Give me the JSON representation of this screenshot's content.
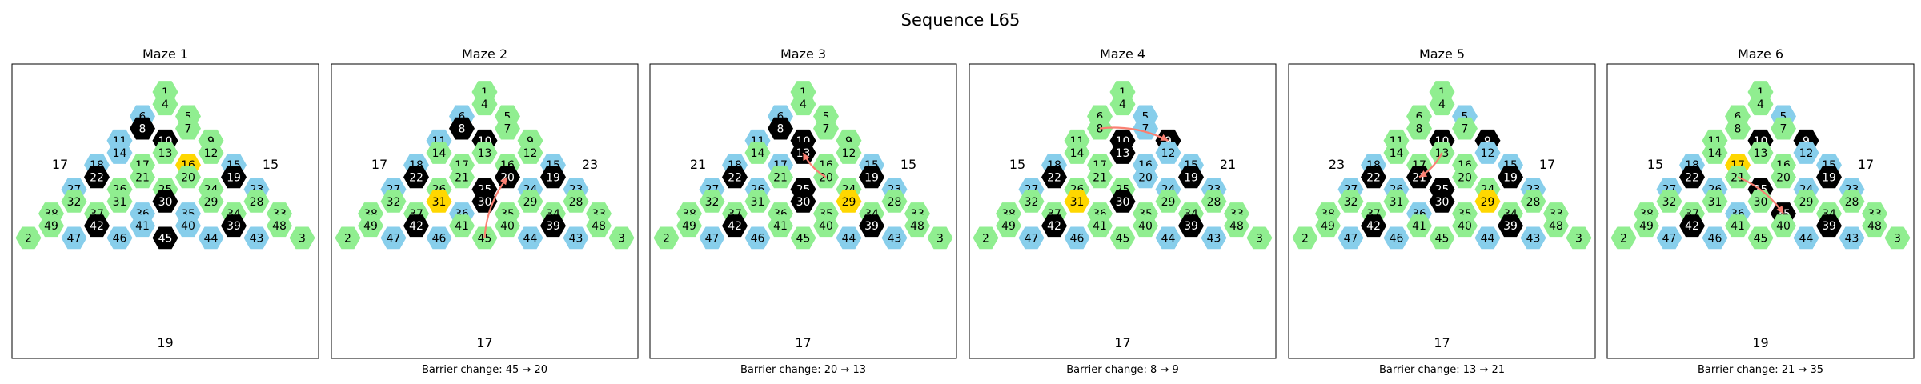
{
  "title": "Sequence L65",
  "colors": {
    "blue": "#87ceeb",
    "green": "#90ee90",
    "black": "#000000",
    "gold": "#ffd700",
    "arrow": "#fa8072"
  },
  "grid_rows": [
    [
      1
    ],
    [
      4
    ],
    [
      6,
      5
    ],
    [
      8,
      7
    ],
    [
      11,
      10,
      9
    ],
    [
      14,
      13,
      12
    ],
    [
      18,
      17,
      16,
      15
    ],
    [
      22,
      21,
      20,
      19
    ],
    [
      27,
      26,
      25,
      24,
      23
    ],
    [
      32,
      31,
      30,
      29,
      28
    ],
    [
      38,
      37,
      36,
      35,
      34,
      33
    ],
    [
      49,
      42,
      41,
      40,
      39,
      48
    ],
    [
      2,
      47,
      46,
      45,
      44,
      43,
      3
    ]
  ],
  "mazes": [
    {
      "title": "Maze 1",
      "left": "17",
      "right": "15",
      "bottom": "19",
      "caption": "",
      "blue": [
        6,
        11,
        14,
        18,
        27,
        36,
        35,
        47,
        46,
        41,
        40,
        44,
        43,
        15,
        23
      ],
      "black": [
        8,
        10,
        22,
        30,
        42,
        45,
        39,
        19
      ],
      "gold": [
        16
      ],
      "arrow": []
    },
    {
      "title": "Maze 2",
      "left": "17",
      "right": "23",
      "bottom": "17",
      "caption": "Barrier change: 45 → 20",
      "blue": [
        6,
        11,
        18,
        27,
        36,
        46,
        47,
        24,
        15,
        23,
        43,
        44
      ],
      "black": [
        8,
        10,
        22,
        25,
        20,
        30,
        42,
        39,
        19
      ],
      "gold": [
        31
      ],
      "arrow": [
        45,
        20
      ]
    },
    {
      "title": "Maze 3",
      "left": "21",
      "right": "15",
      "bottom": "17",
      "caption": "Barrier change: 20 → 13",
      "blue": [
        6,
        11,
        18,
        17,
        26,
        27,
        47,
        46,
        15,
        23,
        44,
        43
      ],
      "black": [
        8,
        10,
        13,
        22,
        25,
        30,
        42,
        39,
        19
      ],
      "gold": [
        29
      ],
      "arrow": [
        20,
        13
      ]
    },
    {
      "title": "Maze 4",
      "left": "15",
      "right": "21",
      "bottom": "17",
      "caption": "Barrier change: 8 → 9",
      "blue": [
        5,
        7,
        12,
        16,
        15,
        18,
        27,
        20,
        24,
        23,
        47,
        46,
        44,
        43
      ],
      "black": [
        10,
        9,
        13,
        22,
        30,
        42,
        39,
        19
      ],
      "gold": [
        31
      ],
      "arrow": [
        8,
        9
      ]
    },
    {
      "title": "Maze 5",
      "left": "23",
      "right": "17",
      "bottom": "17",
      "caption": "Barrier change: 13 → 21",
      "blue": [
        5,
        12,
        15,
        18,
        27,
        26,
        36,
        47,
        46,
        23,
        44,
        43
      ],
      "black": [
        10,
        9,
        22,
        21,
        25,
        30,
        42,
        39,
        19
      ],
      "gold": [
        29
      ],
      "arrow": [
        13,
        21
      ]
    },
    {
      "title": "Maze 6",
      "left": "15",
      "right": "17",
      "bottom": "19",
      "caption": "Barrier change: 21 → 35",
      "blue": [
        5,
        12,
        15,
        18,
        27,
        26,
        36,
        47,
        46,
        24,
        23,
        44,
        43
      ],
      "black": [
        10,
        9,
        22,
        25,
        35,
        19,
        42,
        39
      ],
      "gold": [
        17
      ],
      "arrow": [
        21,
        35
      ]
    }
  ]
}
